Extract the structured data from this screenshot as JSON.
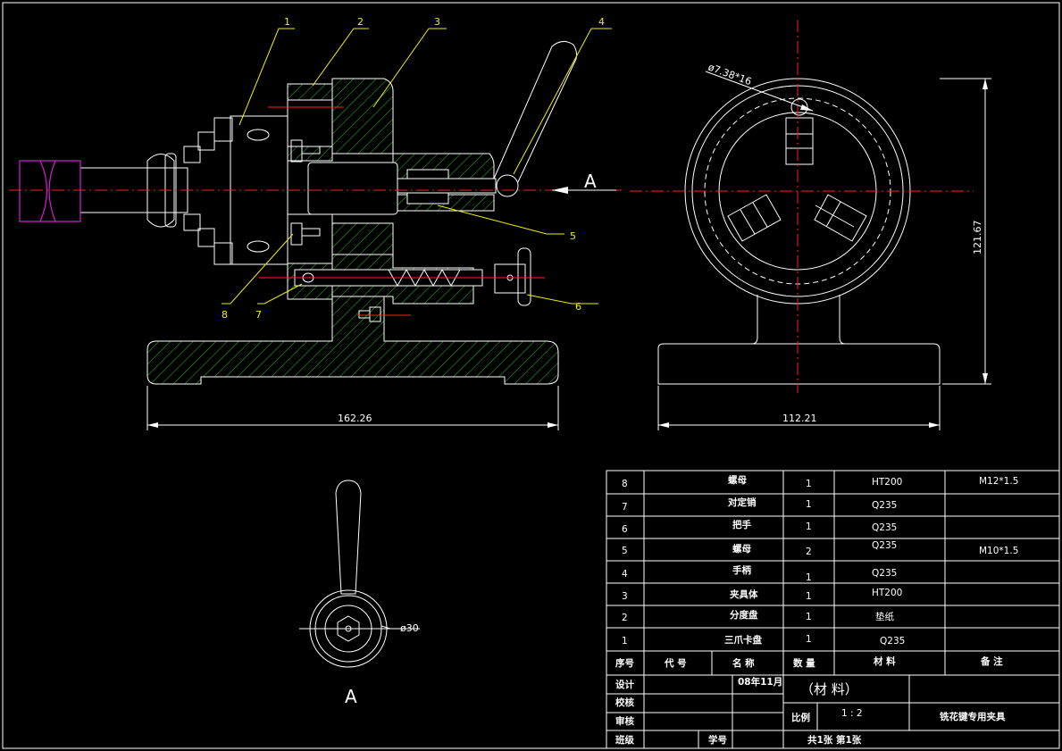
{
  "part_labels": [
    "1",
    "2",
    "3",
    "4",
    "5",
    "6",
    "7",
    "8"
  ],
  "view_arrow_label": "A",
  "section_view_label": "A",
  "dimensions": {
    "base_length": "162.26",
    "base_width": "112.21",
    "height": "121.67",
    "hole_pattern": "ø7.38*16",
    "handle_diameter": "ø30"
  },
  "bom": {
    "rows": [
      {
        "no": "8",
        "code": "",
        "name": "螺母",
        "qty": "1",
        "material": "HT200",
        "note": "M12*1.5"
      },
      {
        "no": "7",
        "code": "",
        "name": "对定销",
        "qty": "1",
        "material": "Q235",
        "note": ""
      },
      {
        "no": "6",
        "code": "",
        "name": "把手",
        "qty": "1",
        "material": "Q235",
        "note": ""
      },
      {
        "no": "5",
        "code": "",
        "name": "螺母",
        "qty": "2",
        "material": "Q235",
        "note": "M10*1.5"
      },
      {
        "no": "4",
        "code": "",
        "name": "手柄",
        "qty": "1",
        "material": "Q235",
        "note": ""
      },
      {
        "no": "3",
        "code": "",
        "name": "夹具体",
        "qty": "1",
        "material": "HT200",
        "note": ""
      },
      {
        "no": "2",
        "code": "",
        "name": "分度盘",
        "qty": "1",
        "material": "垫纸",
        "note": ""
      },
      {
        "no": "1",
        "code": "",
        "name": "三爪卡盘",
        "qty": "1",
        "material": "Q235",
        "note": ""
      }
    ],
    "header": {
      "no": "序号",
      "code": "代 号",
      "name": "名 称",
      "qty": "数 量",
      "material": "材 料",
      "note": "备 注"
    }
  },
  "title_block": {
    "design_label": "设计",
    "design_date": "08年11月",
    "check_label": "校核",
    "review_label": "审核",
    "class_label": "班级",
    "student_no_label": "学号",
    "material_label": "（材 料）",
    "scale_label": "比例",
    "scale_value": "1 : 2",
    "drawing_title": "铣花键专用夹具",
    "sheet_info": "共1张  第1张"
  }
}
